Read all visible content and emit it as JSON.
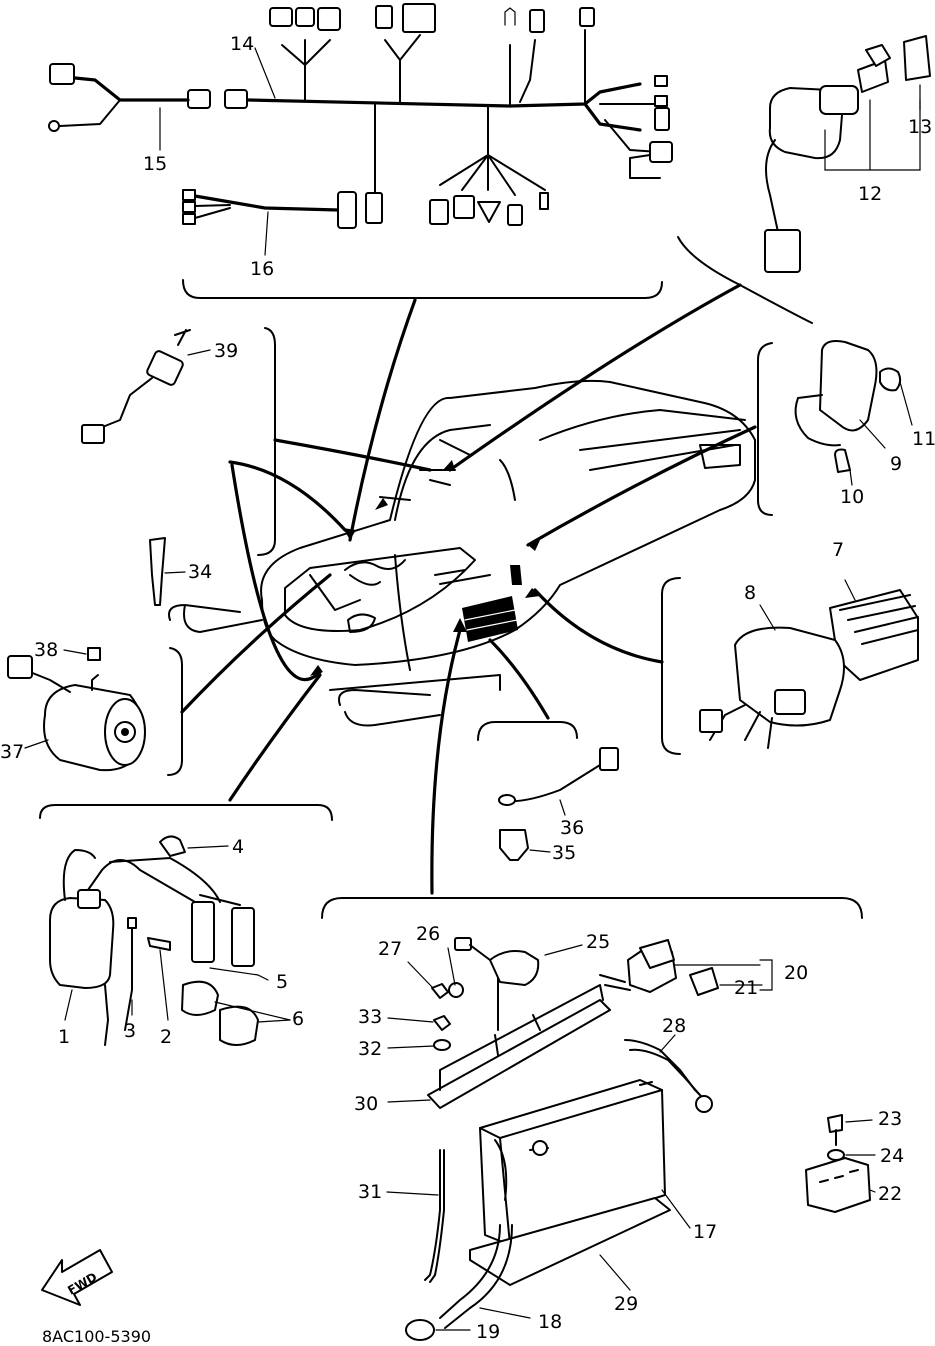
{
  "diagram": {
    "drawing_code": "8AC100-5390",
    "direction_label": "FWD",
    "callouts": [
      {
        "id": "1",
        "label": "1"
      },
      {
        "id": "2",
        "label": "2"
      },
      {
        "id": "3",
        "label": "3"
      },
      {
        "id": "4",
        "label": "4"
      },
      {
        "id": "5",
        "label": "5"
      },
      {
        "id": "6",
        "label": "6"
      },
      {
        "id": "7",
        "label": "7"
      },
      {
        "id": "8",
        "label": "8"
      },
      {
        "id": "9",
        "label": "9"
      },
      {
        "id": "10",
        "label": "10"
      },
      {
        "id": "11",
        "label": "11"
      },
      {
        "id": "12",
        "label": "12"
      },
      {
        "id": "13",
        "label": "13"
      },
      {
        "id": "14",
        "label": "14"
      },
      {
        "id": "15",
        "label": "15"
      },
      {
        "id": "16",
        "label": "16"
      },
      {
        "id": "17",
        "label": "17"
      },
      {
        "id": "18",
        "label": "18"
      },
      {
        "id": "19",
        "label": "19"
      },
      {
        "id": "20",
        "label": "20"
      },
      {
        "id": "21",
        "label": "21"
      },
      {
        "id": "22",
        "label": "22"
      },
      {
        "id": "23",
        "label": "23"
      },
      {
        "id": "24",
        "label": "24"
      },
      {
        "id": "25",
        "label": "25"
      },
      {
        "id": "26",
        "label": "26"
      },
      {
        "id": "27",
        "label": "27"
      },
      {
        "id": "28",
        "label": "28"
      },
      {
        "id": "29",
        "label": "29"
      },
      {
        "id": "30",
        "label": "30"
      },
      {
        "id": "31",
        "label": "31"
      },
      {
        "id": "32",
        "label": "32"
      },
      {
        "id": "33",
        "label": "33"
      },
      {
        "id": "34",
        "label": "34"
      },
      {
        "id": "35",
        "label": "35"
      },
      {
        "id": "36",
        "label": "36"
      },
      {
        "id": "37",
        "label": "37"
      },
      {
        "id": "38",
        "label": "38"
      },
      {
        "id": "39",
        "label": "39"
      }
    ]
  }
}
